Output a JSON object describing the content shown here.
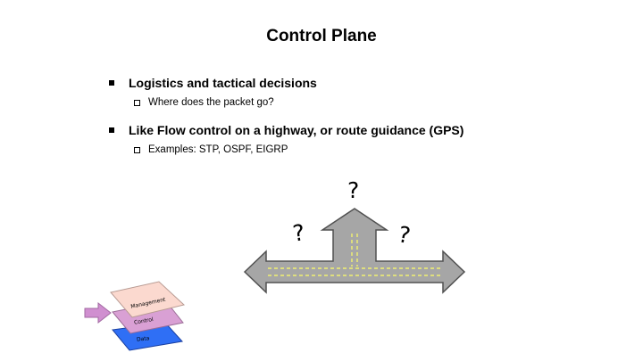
{
  "slide": {
    "title": "Control Plane",
    "bullets": [
      {
        "text": "Logistics and tactical decisions",
        "sub": [
          "Where does the packet go?"
        ]
      },
      {
        "text": "Like Flow control on a highway, or route guidance (GPS)",
        "sub": [
          "Examples: STP, OSPF, EIGRP"
        ]
      }
    ]
  },
  "diagram": {
    "question_marks": [
      "?",
      "?",
      "?"
    ],
    "arrow_fill": "#a6a6a6",
    "lane_color": "#ffff66"
  },
  "layers": {
    "management": "Management",
    "control": "Control",
    "data": "Data",
    "colors": {
      "management": "#fbd9cf",
      "control": "#d9a0d4",
      "data": "#2f6ff5",
      "pointer": "#d08fd0"
    }
  }
}
